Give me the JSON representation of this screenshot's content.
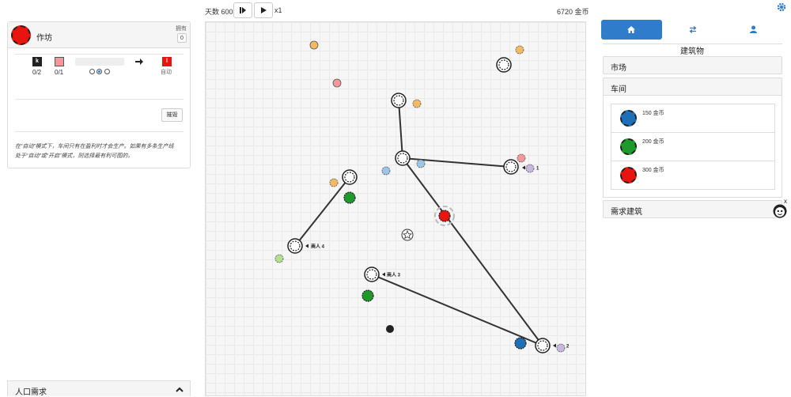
{
  "top_bar": {
    "days_label": "天数 600",
    "speed": "x1",
    "gold": "6720 金币"
  },
  "left_panel": {
    "title": "作坊",
    "own_label": "拥有",
    "own_value": "0",
    "inputs": [
      {
        "letter": "k",
        "count": "0/2"
      },
      {
        "letter": "",
        "count": "0/1"
      }
    ],
    "output": {
      "letter": "l",
      "mode_label": "自动"
    },
    "destroy_button": "摧毁",
    "hint": [
      "在“自动”模式下，车间只有在盈利时才会生产。如果有多条生产线",
      "处于“自动”或“开启”模式，则选择最有利可图的。"
    ]
  },
  "bottom_bar": {
    "label": "人口需求"
  },
  "right_panel": {
    "heading": "建筑物",
    "sections": {
      "market": "市场",
      "workshop": "车间",
      "demand": "需求建筑"
    },
    "workshop_items": [
      {
        "price": "150 金币",
        "color": "#1f6fb8"
      },
      {
        "price": "200 金币",
        "color": "#1e9a2a"
      },
      {
        "price": "300 金币",
        "color": "#e8140f"
      }
    ],
    "close_mark": "x"
  },
  "map": {
    "merchants": [
      {
        "label": "商人 4"
      },
      {
        "label": "商人 3"
      },
      {
        "label": "1"
      },
      {
        "label": "2"
      }
    ]
  },
  "colors": {
    "accent": "#2f7ccb",
    "red": "#e8140f",
    "green": "#1e9a2a",
    "blue": "#1f6fb8",
    "orange": "#f5b963",
    "pink": "#f2989b",
    "light_blue": "#9cc6e8",
    "light_green": "#b3e08f",
    "lavender": "#c9b7df"
  }
}
